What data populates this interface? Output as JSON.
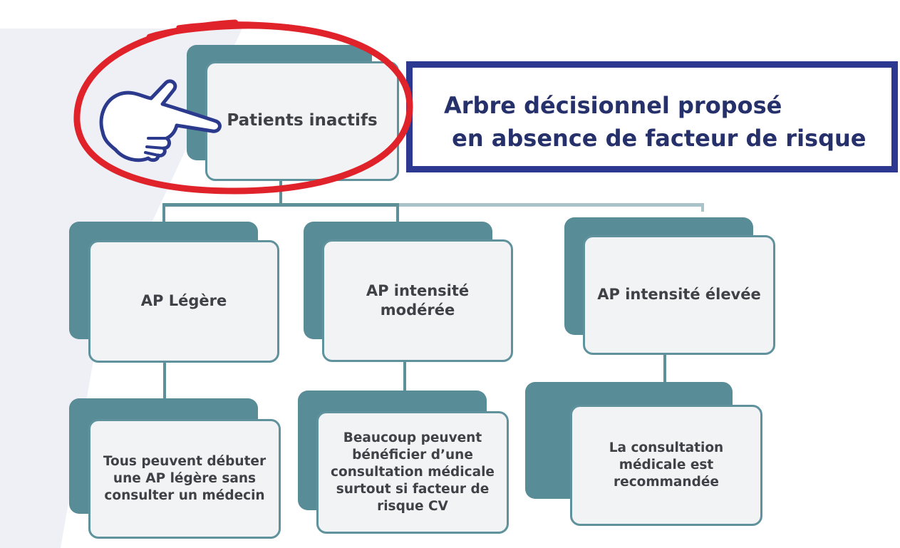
{
  "title": {
    "line1": "Arbre décisionnel proposé",
    "line2": " en absence de facteur de risque"
  },
  "root": {
    "label": "Patients inactifs"
  },
  "levels": [
    {
      "label": "AP Légère"
    },
    {
      "label": "AP intensité\nmodérée"
    },
    {
      "label": "AP intensité élevée"
    }
  ],
  "recommendations": [
    {
      "label": "Tous peuvent débuter\nune AP légère sans\nconsulter un médecin"
    },
    {
      "label": "Beaucoup peuvent\nbénéficier d’une\nconsultation médicale\nsurtout si facteur de\nrisque CV"
    },
    {
      "label": "La consultation\nmédicale est\nrecommandée"
    }
  ],
  "colors": {
    "node_back": "#588c96",
    "node_front": "#f1f3f5",
    "connector": "#5d9098",
    "title_border": "#2d3990",
    "title_text": "#26306b",
    "highlight_circle": "#e0232b",
    "hand_outline": "#2b3a8c"
  },
  "icons": {
    "pointer": "pointing-hand-icon"
  }
}
